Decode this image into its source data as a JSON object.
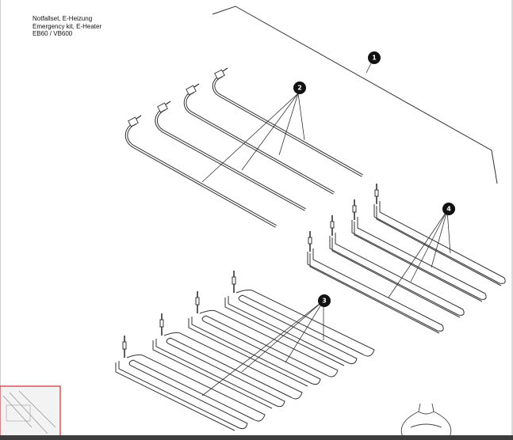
{
  "title": {
    "line1": "Notfallset, E-Heizung",
    "line2": "Emergency kit, E-Heater",
    "line3": "EB60 / VB600"
  },
  "callouts": [
    "1",
    "2",
    "3",
    "4"
  ]
}
